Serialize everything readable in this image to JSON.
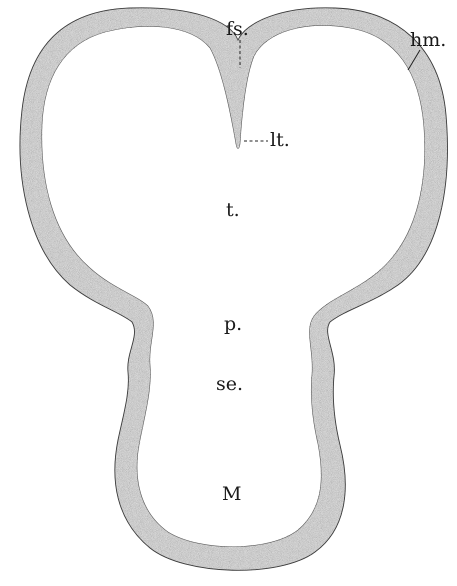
{
  "figure": {
    "labels": {
      "fs": "fs.",
      "hm": "hm.",
      "lt": "lt.",
      "t": "t.",
      "p": "p.",
      "se": "se.",
      "M": "M"
    },
    "colors": {
      "ink": "#1a1a1a",
      "wall_stipple": "#9a9a9a",
      "background": "#ffffff"
    }
  }
}
